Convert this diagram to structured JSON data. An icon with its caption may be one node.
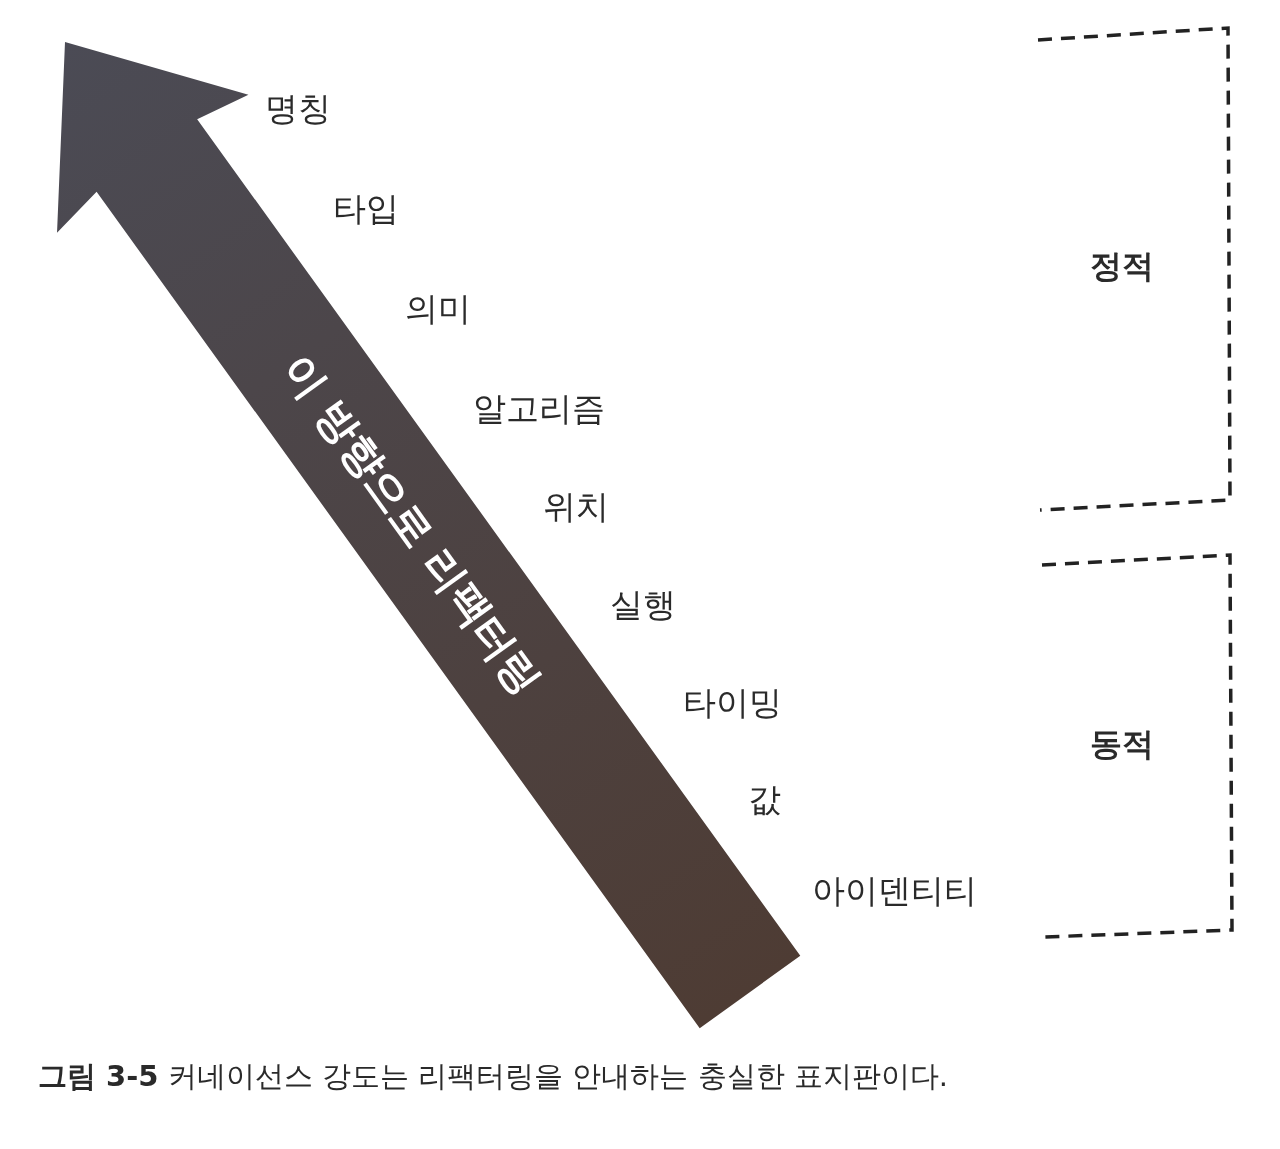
{
  "diagram": {
    "caption": "**그림 3-5** 커네이선스 강도는 리팩터링을 안내하는 충실한 표지판이다.",
    "labels": [
      "명칭",
      "타입",
      "의미",
      "알고리즘",
      "위치",
      "실행",
      "타이밍",
      "값",
      "아이덴티티",
      "이 방향으로 리팩터링",
      "정적",
      "동적"
    ]
  }
}
